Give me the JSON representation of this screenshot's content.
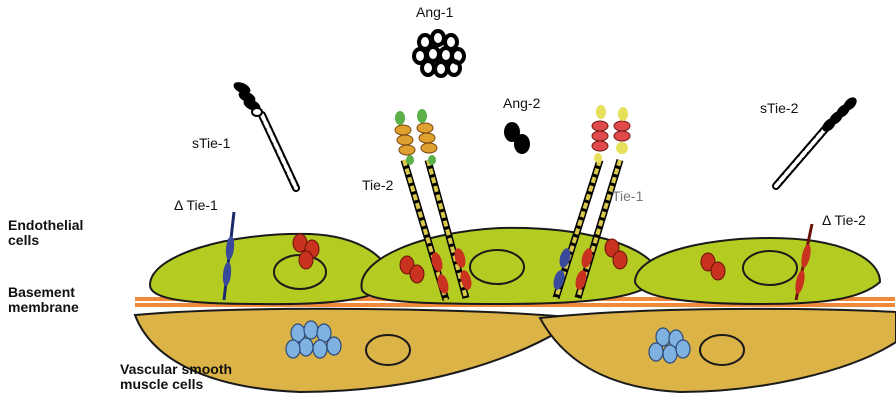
{
  "labels": {
    "ang1": "Ang-1",
    "ang2": "Ang-2",
    "stie1": "sTie-1",
    "stie2": "sTie-2",
    "tie2": "Tie-2",
    "tie1": "Tie-1",
    "delta_tie1": "Δ Tie-1",
    "delta_tie2": "Δ Tie-2"
  },
  "side_labels": {
    "endothelial": [
      "Endothelial",
      "cells"
    ],
    "basement": [
      "Basement",
      "membrane"
    ],
    "vsmc": [
      "Vascular smooth",
      "muscle cells"
    ]
  },
  "colors": {
    "endothelial_fill": "#b4cc22",
    "vsmc_fill": "#dcb347",
    "basement": "#f08a3a",
    "tie2_stalk": "#d9c94a",
    "tie1_stalk": "#3a4a9a",
    "red_blob": "#c8321e",
    "blue_cluster": "#7fb2e0"
  }
}
